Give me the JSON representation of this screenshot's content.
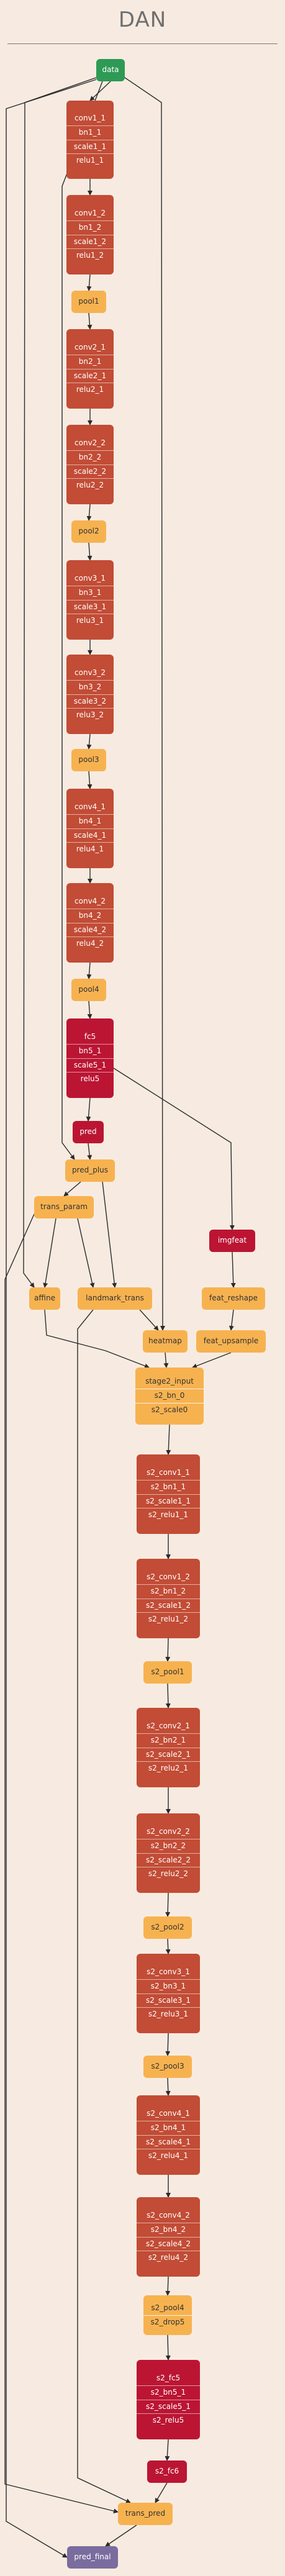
{
  "title": "DAN",
  "colors": {
    "conv": "#c24c36",
    "fc": "#bb1533",
    "pool": "#f7b250",
    "data": "#2e9a55",
    "final": "#7a6c9e",
    "edge": "#2b2b2b"
  },
  "nodes": [
    {
      "id": "data",
      "type": "data",
      "lines": [
        "data"
      ]
    },
    {
      "id": "c1_1",
      "type": "conv",
      "lines": [
        "conv1_1",
        "bn1_1",
        "scale1_1",
        "relu1_1"
      ]
    },
    {
      "id": "c1_2",
      "type": "conv",
      "lines": [
        "conv1_2",
        "bn1_2",
        "scale1_2",
        "relu1_2"
      ]
    },
    {
      "id": "pool1",
      "type": "pool",
      "lines": [
        "pool1"
      ]
    },
    {
      "id": "c2_1",
      "type": "conv",
      "lines": [
        "conv2_1",
        "bn2_1",
        "scale2_1",
        "relu2_1"
      ]
    },
    {
      "id": "c2_2",
      "type": "conv",
      "lines": [
        "conv2_2",
        "bn2_2",
        "scale2_2",
        "relu2_2"
      ]
    },
    {
      "id": "pool2",
      "type": "pool",
      "lines": [
        "pool2"
      ]
    },
    {
      "id": "c3_1",
      "type": "conv",
      "lines": [
        "conv3_1",
        "bn3_1",
        "scale3_1",
        "relu3_1"
      ]
    },
    {
      "id": "c3_2",
      "type": "conv",
      "lines": [
        "conv3_2",
        "bn3_2",
        "scale3_2",
        "relu3_2"
      ]
    },
    {
      "id": "pool3",
      "type": "pool",
      "lines": [
        "pool3"
      ]
    },
    {
      "id": "c4_1",
      "type": "conv",
      "lines": [
        "conv4_1",
        "bn4_1",
        "scale4_1",
        "relu4_1"
      ]
    },
    {
      "id": "c4_2",
      "type": "conv",
      "lines": [
        "conv4_2",
        "bn4_2",
        "scale4_2",
        "relu4_2"
      ]
    },
    {
      "id": "pool4",
      "type": "pool",
      "lines": [
        "pool4"
      ]
    },
    {
      "id": "fc5",
      "type": "fc",
      "lines": [
        "fc5",
        "bn5_1",
        "scale5_1",
        "relu5"
      ]
    },
    {
      "id": "pred",
      "type": "fc",
      "lines": [
        "pred"
      ]
    },
    {
      "id": "pred_plus",
      "type": "pool",
      "lines": [
        "pred_plus"
      ]
    },
    {
      "id": "trans_param",
      "type": "pool",
      "lines": [
        "trans_param"
      ]
    },
    {
      "id": "imgfeat",
      "type": "fc",
      "lines": [
        "imgfeat"
      ]
    },
    {
      "id": "affine",
      "type": "pool",
      "lines": [
        "affine"
      ]
    },
    {
      "id": "landmark_trans",
      "type": "pool",
      "lines": [
        "landmark_trans"
      ]
    },
    {
      "id": "feat_reshape",
      "type": "pool",
      "lines": [
        "feat_reshape"
      ]
    },
    {
      "id": "heatmap",
      "type": "pool",
      "lines": [
        "heatmap"
      ]
    },
    {
      "id": "feat_upsample",
      "type": "pool",
      "lines": [
        "feat_upsample"
      ]
    },
    {
      "id": "stage2_input",
      "type": "pool",
      "lines": [
        "stage2_input",
        "s2_bn_0",
        "s2_scale0"
      ]
    },
    {
      "id": "s2c1_1",
      "type": "conv",
      "lines": [
        "s2_conv1_1",
        "s2_bn1_1",
        "s2_scale1_1",
        "s2_relu1_1"
      ]
    },
    {
      "id": "s2c1_2",
      "type": "conv",
      "lines": [
        "s2_conv1_2",
        "s2_bn1_2",
        "s2_scale1_2",
        "s2_relu1_2"
      ]
    },
    {
      "id": "s2pool1",
      "type": "pool",
      "lines": [
        "s2_pool1"
      ]
    },
    {
      "id": "s2c2_1",
      "type": "conv",
      "lines": [
        "s2_conv2_1",
        "s2_bn2_1",
        "s2_scale2_1",
        "s2_relu2_1"
      ]
    },
    {
      "id": "s2c2_2",
      "type": "conv",
      "lines": [
        "s2_conv2_2",
        "s2_bn2_2",
        "s2_scale2_2",
        "s2_relu2_2"
      ]
    },
    {
      "id": "s2pool2",
      "type": "pool",
      "lines": [
        "s2_pool2"
      ]
    },
    {
      "id": "s2c3_1",
      "type": "conv",
      "lines": [
        "s2_conv3_1",
        "s2_bn3_1",
        "s2_scale3_1",
        "s2_relu3_1"
      ]
    },
    {
      "id": "s2pool3",
      "type": "pool",
      "lines": [
        "s2_pool3"
      ]
    },
    {
      "id": "s2c4_1",
      "type": "conv",
      "lines": [
        "s2_conv4_1",
        "s2_bn4_1",
        "s2_scale4_1",
        "s2_relu4_1"
      ]
    },
    {
      "id": "s2c4_2",
      "type": "conv",
      "lines": [
        "s2_conv4_2",
        "s2_bn4_2",
        "s2_scale4_2",
        "s2_relu4_2"
      ]
    },
    {
      "id": "s2pool4",
      "type": "pool",
      "lines": [
        "s2_pool4",
        "s2_drop5"
      ]
    },
    {
      "id": "s2fc5",
      "type": "fc",
      "lines": [
        "s2_fc5",
        "s2_bn5_1",
        "s2_scale5_1",
        "s2_relu5"
      ]
    },
    {
      "id": "s2fc6",
      "type": "fc",
      "lines": [
        "s2_fc6"
      ]
    },
    {
      "id": "trans_pred",
      "type": "pool",
      "lines": [
        "trans_pred"
      ]
    },
    {
      "id": "pred_final",
      "type": "final",
      "lines": [
        "pred_final"
      ]
    }
  ],
  "edges": [
    [
      "data",
      "c1_1"
    ],
    [
      "c1_1",
      "c1_2"
    ],
    [
      "c1_2",
      "pool1"
    ],
    [
      "pool1",
      "c2_1"
    ],
    [
      "c2_1",
      "c2_2"
    ],
    [
      "c2_2",
      "pool2"
    ],
    [
      "pool2",
      "c3_1"
    ],
    [
      "c3_1",
      "c3_2"
    ],
    [
      "c3_2",
      "pool3"
    ],
    [
      "pool3",
      "c4_1"
    ],
    [
      "c4_1",
      "c4_2"
    ],
    [
      "c4_2",
      "pool4"
    ],
    [
      "pool4",
      "fc5"
    ],
    [
      "fc5",
      "pred"
    ],
    [
      "fc5",
      "imgfeat"
    ],
    [
      "pred",
      "pred_plus"
    ],
    [
      "data",
      "pred_plus"
    ],
    [
      "data",
      "affine"
    ],
    [
      "data",
      "heatmap"
    ],
    [
      "pred_plus",
      "trans_param"
    ],
    [
      "pred_plus",
      "landmark_trans"
    ],
    [
      "trans_param",
      "affine"
    ],
    [
      "trans_param",
      "landmark_trans"
    ],
    [
      "trans_param",
      "trans_pred"
    ],
    [
      "imgfeat",
      "feat_reshape"
    ],
    [
      "feat_reshape",
      "feat_upsample"
    ],
    [
      "landmark_trans",
      "heatmap"
    ],
    [
      "affine",
      "stage2_input"
    ],
    [
      "heatmap",
      "stage2_input"
    ],
    [
      "feat_upsample",
      "stage2_input"
    ],
    [
      "stage2_input",
      "s2c1_1"
    ],
    [
      "s2c1_1",
      "s2c1_2"
    ],
    [
      "s2c1_2",
      "s2pool1"
    ],
    [
      "s2pool1",
      "s2c2_1"
    ],
    [
      "s2c2_1",
      "s2c2_2"
    ],
    [
      "s2c2_2",
      "s2pool2"
    ],
    [
      "s2pool2",
      "s2c3_1"
    ],
    [
      "s2c3_1",
      "s2pool3"
    ],
    [
      "s2pool3",
      "s2c4_1"
    ],
    [
      "s2c4_1",
      "s2c4_2"
    ],
    [
      "s2c4_2",
      "s2pool4"
    ],
    [
      "s2pool4",
      "s2fc5"
    ],
    [
      "s2fc5",
      "s2fc6"
    ],
    [
      "s2fc6",
      "trans_pred"
    ],
    [
      "landmark_trans",
      "trans_pred"
    ],
    [
      "trans_pred",
      "pred_final"
    ],
    [
      "data",
      "pred_final"
    ]
  ]
}
